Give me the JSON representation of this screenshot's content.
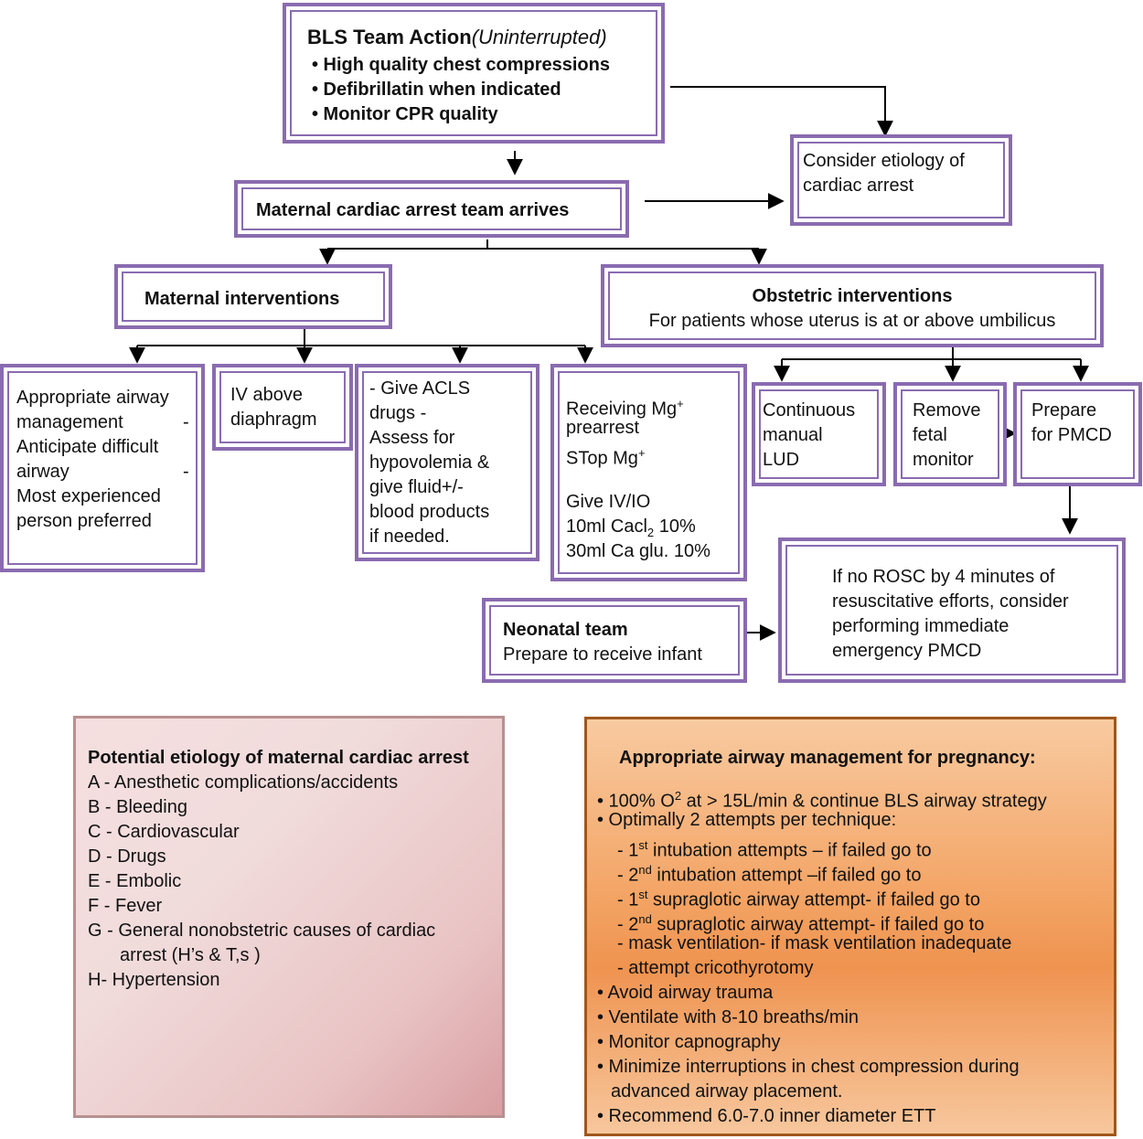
{
  "bls": {
    "title": "BLS Team Action",
    "title_note": "(Uninterrupted)",
    "bullets": [
      "• High quality chest compressions",
      "• Defibrillatin when indicated",
      "• Monitor CPR quality"
    ]
  },
  "etiology_consider": {
    "lines": [
      "Consider etiology of",
      "cardiac arrest"
    ]
  },
  "team_arrives": {
    "label": "Maternal cardiac arrest team arrives"
  },
  "maternal": {
    "title": "Maternal interventions"
  },
  "obstetric": {
    "title": "Obstetric interventions",
    "subtitle": "For patients whose uterus is at or above umbilicus"
  },
  "airway_box": {
    "lines": [
      "Appropriate airway",
      "management",
      "Anticipate difficult",
      "airway",
      "Most experienced",
      "person preferred"
    ],
    "dash": "-"
  },
  "iv_box": {
    "lines": [
      "IV above",
      "diaphragm"
    ]
  },
  "acls_box": {
    "lines": [
      "- Give ACLS",
      "drugs -",
      "Assess for",
      "hypovolemia &",
      "give fluid+/-",
      "blood products",
      "if needed."
    ]
  },
  "mg_box": {
    "line1": "Receiving Mg",
    "sup1": "+",
    "line2": "prearrest",
    "line3": "STop Mg",
    "sup3": "+",
    "line4": "Give IV/IO",
    "line5a": "10ml Cacl",
    "sub5": "2",
    "line5b": " 10%",
    "line6": "30ml Ca glu. 10%"
  },
  "lud_box": {
    "lines": [
      "Continuous",
      "manual",
      "LUD"
    ]
  },
  "fetal_box": {
    "lines": [
      "Remove",
      "fetal",
      "monitor"
    ]
  },
  "pmcd_box": {
    "lines": [
      "Prepare",
      "for PMCD"
    ]
  },
  "rosc_box": {
    "lines": [
      "If no ROSC by 4 minutes of",
      "resuscitative efforts, consider",
      "performing immediate",
      "emergency PMCD"
    ]
  },
  "neonatal": {
    "title": "Neonatal team",
    "subtitle": "Prepare to receive infant"
  },
  "etiology_panel": {
    "title": "Potential etiology of maternal cardiac arrest",
    "items": [
      "A - Anesthetic complications/accidents",
      "B - Bleeding",
      "C - Cardiovascular",
      "D - Drugs",
      "E - Embolic",
      "F - Fever",
      "G - General nonobstetric causes of cardiac",
      "arrest (H’s & T,s )",
      "H- Hypertension"
    ]
  },
  "airway_panel": {
    "title": "Appropriate airway management for pregnancy:",
    "o2_a": "• 100% O",
    "o2_sup": "2",
    "o2_b": " at > 15L/min & continue BLS airway strategy",
    "attempts": "• Optimally 2 attempts per technique:",
    "s1_a": "- 1",
    "s1_sup": "st",
    "s1_b": "  intubation attempts – if failed go to",
    "s2_a": "- 2",
    "s2_sup": "nd",
    "s2_b": "  intubation attempt –if failed go to",
    "s3_a": "- 1",
    "s3_sup": "st",
    "s3_b": " supraglotic airway attempt- if failed go to",
    "s4_a": "- 2",
    "s4_sup": "nd",
    "s4_b": "  supraglotic airway attempt- if failed go to",
    "s5": "- mask ventilation- if mask ventilation inadequate",
    "s6": "- attempt cricothyrotomy",
    "b3": "• Avoid airway trauma",
    "b4": "• Ventilate with 8-10 breaths/min",
    "b5": "• Monitor capnography",
    "b6a": "• Minimize interruptions in chest compression during",
    "b6b": "advanced airway placement.",
    "b7": "• Recommend 6.0-7.0 inner diameter ETT"
  }
}
